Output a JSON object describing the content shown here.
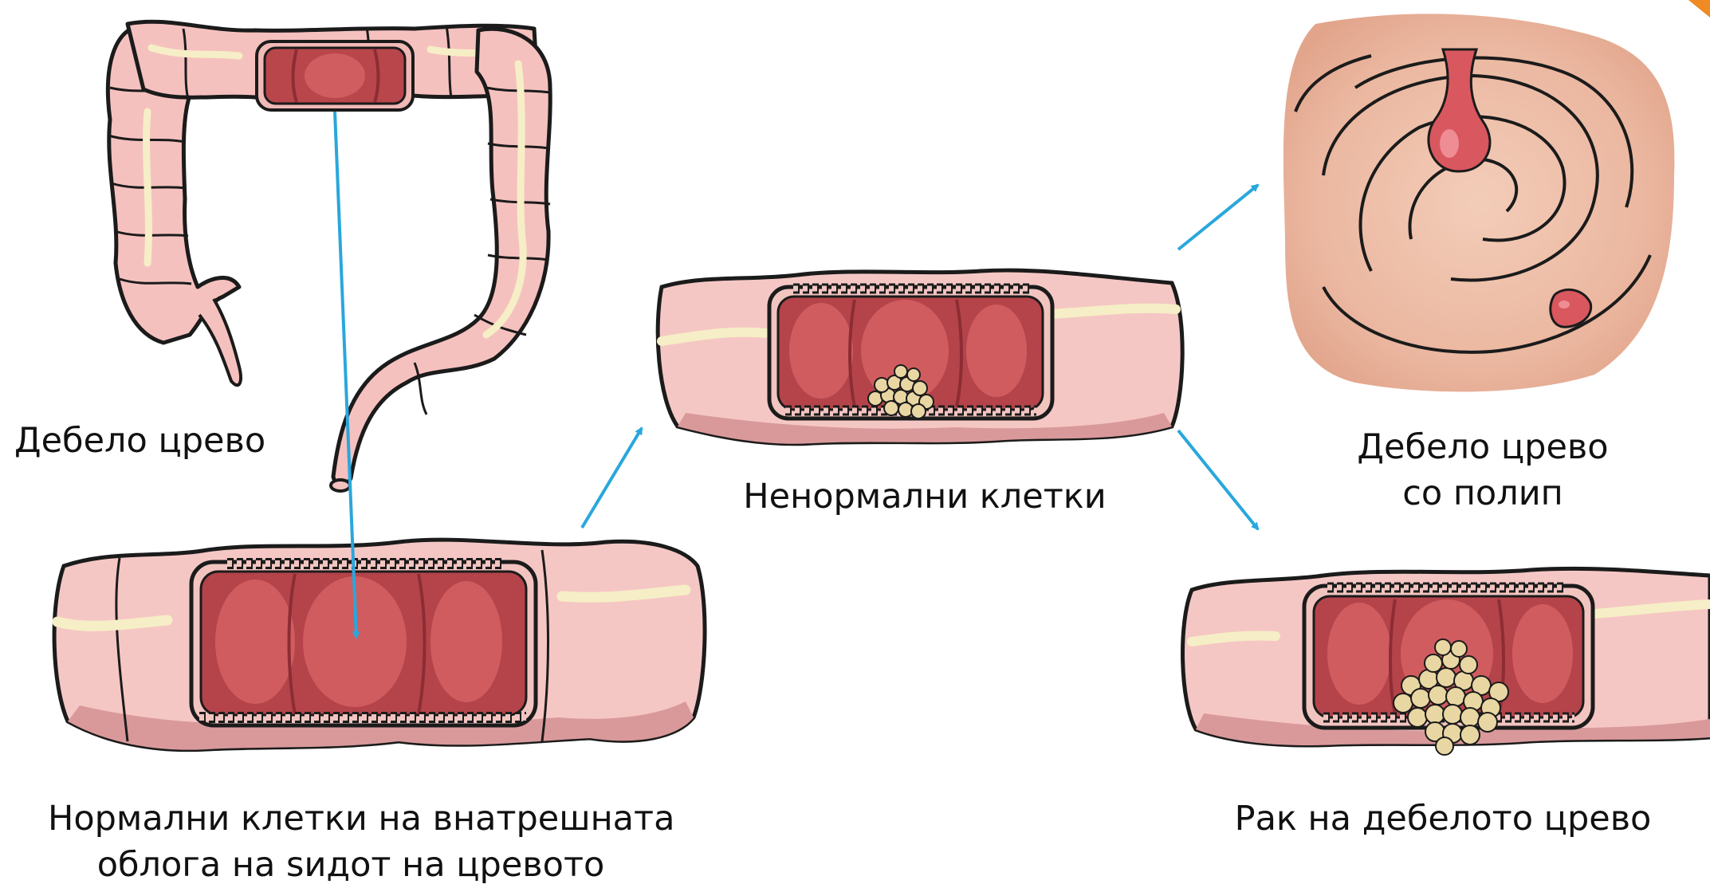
{
  "labels": {
    "colon": "Дебело црево",
    "normal_cells": [
      "Нормални клетки на внатрешната",
      "облога на ѕидот на цревото"
    ],
    "abnormal_cells": "Ненормални клетки",
    "polyp": [
      "Дебело црево",
      "со полип"
    ],
    "cancer": "Рак на дебелото црево"
  },
  "colors": {
    "arrow": "#29a7dc",
    "tissue_light": "#f5c7c4",
    "tissue_mid": "#e9a7a5",
    "tissue_dark": "#cf8584",
    "lumen_red": "#b9484c",
    "lumen_light": "#d46062",
    "fold_stripe": "#f6eec6",
    "cells": "#e9d7a3",
    "polyp_bg": "#e9b6a2",
    "polyp_red": "#d9575f",
    "corner_accent": "#f08a24"
  }
}
